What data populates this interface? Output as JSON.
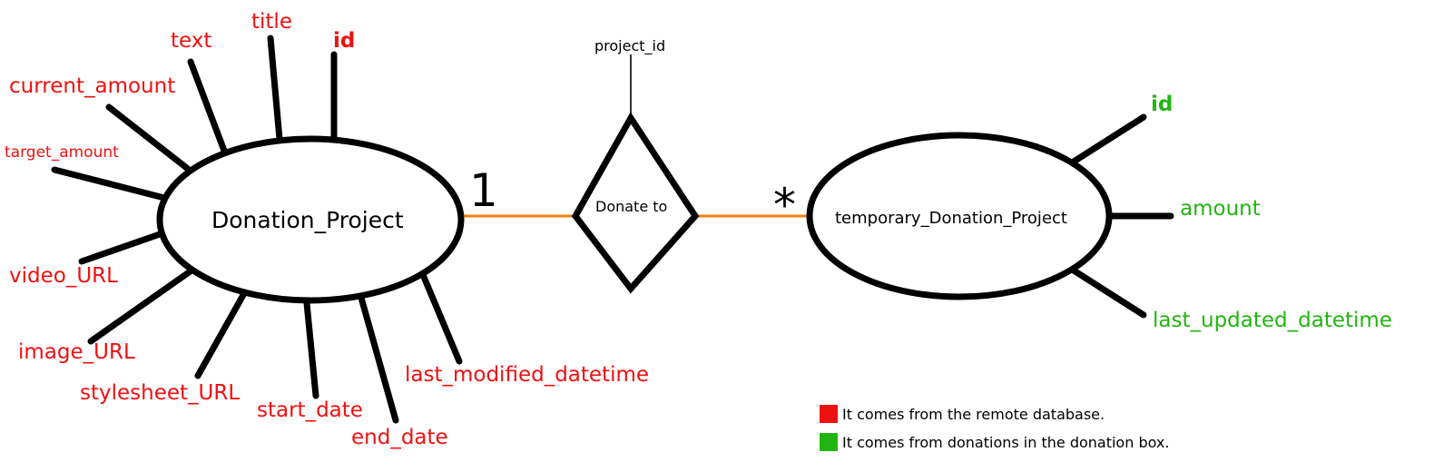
{
  "entities": {
    "donation_project": {
      "name": "Donation_Project",
      "attributes": {
        "id": "id",
        "title": "title",
        "text": "text",
        "current_amount": "current_amount",
        "target_amount": "target_amount",
        "video_url": "video_URL",
        "image_url": "image_URL",
        "stylesheet_url": "stylesheet_URL",
        "start_date": "start_date",
        "end_date": "end_date",
        "last_modified_datetime": "last_modified_datetime"
      }
    },
    "temporary_donation_project": {
      "name": "temporary_Donation_Project",
      "attributes": {
        "id": "id",
        "amount": "amount",
        "last_updated_datetime": "last_updated_datetime"
      }
    }
  },
  "relationship": {
    "name": "Donate to",
    "attribute": "project_id",
    "cardinality_left": "1",
    "cardinality_right": "*"
  },
  "legend": {
    "remote": {
      "color": "#ee1111",
      "text": "It comes from the remote database."
    },
    "donation_box": {
      "color": "#22b511",
      "text": "It comes from donations in the donation box."
    }
  },
  "colors": {
    "remote_attribute": "#ee1111",
    "donation_box_attribute": "#22b511",
    "relationship_link": "#f07f10"
  }
}
